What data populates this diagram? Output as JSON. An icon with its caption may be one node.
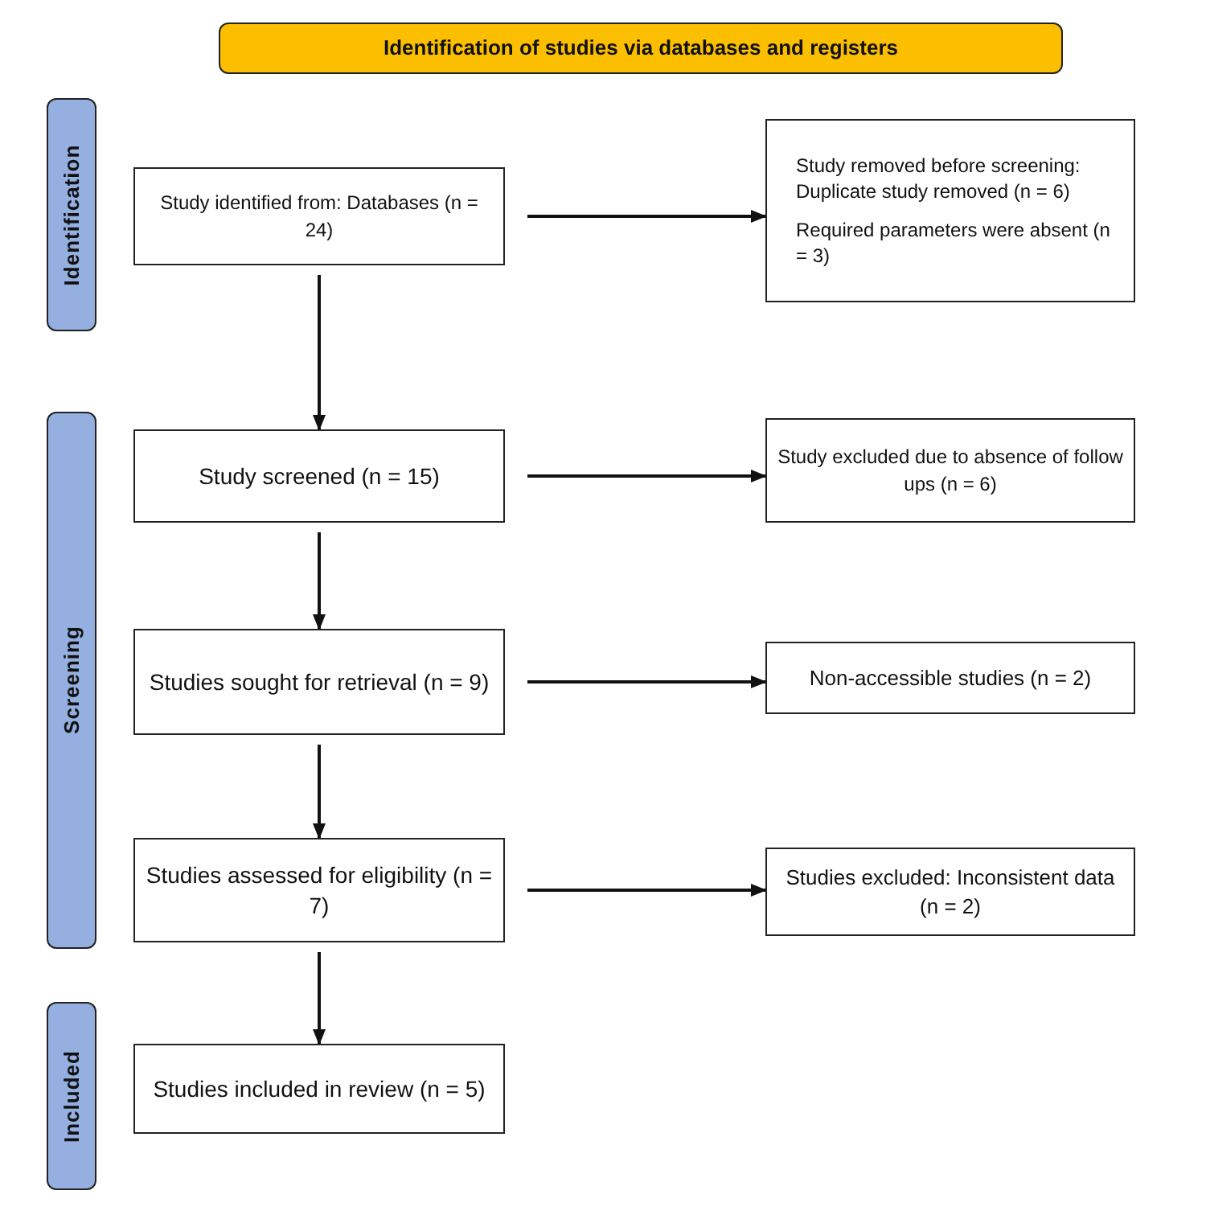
{
  "diagram": {
    "nodes": [
      {
        "text": [
          "Identification of studies via databases and registers"
        ]
      },
      {
        "text": [
          "Identification"
        ]
      },
      {
        "text": [
          "Screening"
        ]
      },
      {
        "text": [
          "Included"
        ]
      },
      {
        "text": [
          "Study identified from: Databases (n = 24)"
        ]
      },
      {
        "text": [
          "Study removed before screening: Duplicate study removed (n = 6)",
          "Required parameters were absent (n = 3)"
        ]
      },
      {
        "text": [
          "Study screened (n = 15)"
        ]
      },
      {
        "text": [
          "Study excluded due to absence of follow ups (n = 6)"
        ]
      },
      {
        "text": [
          "Studies sought for retrieval (n = 9)"
        ]
      },
      {
        "text": [
          "Non-accessible studies (n = 2)"
        ]
      },
      {
        "text": [
          "Studies assessed for eligibility (n = 7)"
        ]
      },
      {
        "text": [
          "Studies excluded: Inconsistent data (n = 2)"
        ]
      },
      {
        "text": [
          "Studies included in review (n = 5)"
        ]
      }
    ],
    "edges": [
      {
        "from": 4,
        "to": 5,
        "arrow": "to"
      },
      {
        "from": 4,
        "to": 6,
        "arrow": "to"
      },
      {
        "from": 6,
        "to": 7,
        "arrow": "to"
      },
      {
        "from": 6,
        "to": 8,
        "arrow": "to"
      },
      {
        "from": 8,
        "to": 9,
        "arrow": "to"
      },
      {
        "from": 8,
        "to": 10,
        "arrow": "to"
      },
      {
        "from": 10,
        "to": 11,
        "arrow": "to"
      },
      {
        "from": 10,
        "to": 12,
        "arrow": "to"
      }
    ]
  }
}
